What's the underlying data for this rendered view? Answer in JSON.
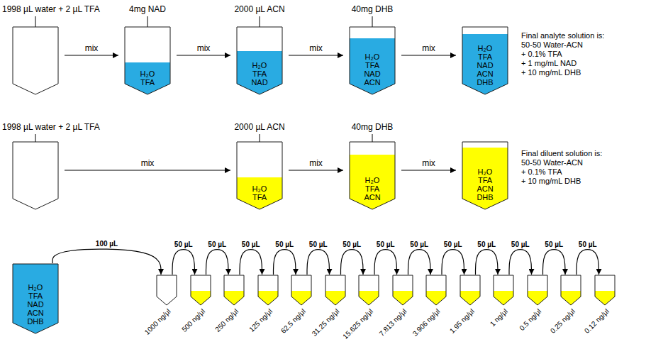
{
  "diagram": {
    "nodes": [
      {
        "text": [
          "1998 µL water + 2 µL TFA"
        ]
      },
      {
        "text": [
          "4mg NAD",
          "H₂O TFA"
        ]
      },
      {
        "text": [
          "2000 µL ACN",
          "H₂O TFA NAD"
        ]
      },
      {
        "text": [
          "40mg DHB",
          "H₂O TFA NAD ACN"
        ]
      },
      {
        "text": [
          "H₂O TFA NAD ACN DHB"
        ]
      },
      {
        "text": [
          "1998 µL water + 2 µL TFA"
        ]
      },
      {
        "text": [
          "2000 µL ACN",
          "H₂O TFA"
        ]
      },
      {
        "text": [
          "40mg DHB",
          "H₂O TFA ACN"
        ]
      },
      {
        "text": [
          "H₂O TFA ACN DHB"
        ]
      },
      {
        "text": [
          "H₂O TFA NAD ACN DHB"
        ]
      },
      {
        "text": [
          "1000 ng/µl"
        ]
      },
      {
        "text": [
          "500 ng/µl"
        ]
      },
      {
        "text": [
          "250 ng/µl"
        ]
      },
      {
        "text": [
          "125 ng/µl"
        ]
      },
      {
        "text": [
          "62.5 ng/µl"
        ]
      },
      {
        "text": [
          "31.25 ng/µl"
        ]
      },
      {
        "text": [
          "15.625 ng/µl"
        ]
      },
      {
        "text": [
          "7.813 ng/µl"
        ]
      },
      {
        "text": [
          "3.906 ng/µl"
        ]
      },
      {
        "text": [
          "1.95 ng/µl"
        ]
      },
      {
        "text": [
          "1 ng/µl"
        ]
      },
      {
        "text": [
          "0.5 ng/µl"
        ]
      },
      {
        "text": [
          "0.25 ng/µl"
        ]
      },
      {
        "text": [
          "0.12 ng/µl"
        ]
      }
    ],
    "edges": [
      {
        "from": 0,
        "to": 1,
        "arrow": "to",
        "label": "mix"
      },
      {
        "from": 1,
        "to": 2,
        "arrow": "to",
        "label": "mix"
      },
      {
        "from": 2,
        "to": 3,
        "arrow": "to",
        "label": "mix"
      },
      {
        "from": 3,
        "to": 4,
        "arrow": "to",
        "label": "mix"
      },
      {
        "from": 5,
        "to": 6,
        "arrow": "to",
        "label": "mix"
      },
      {
        "from": 6,
        "to": 7,
        "arrow": "to",
        "label": "mix"
      },
      {
        "from": 7,
        "to": 8,
        "arrow": "to",
        "label": "mix"
      },
      {
        "from": 9,
        "to": 10,
        "arrow": "to",
        "label": "100 µL"
      },
      {
        "from": 10,
        "to": 11,
        "arrow": "to",
        "label": "50 µL"
      },
      {
        "from": 11,
        "to": 12,
        "arrow": "to",
        "label": "50 µL"
      },
      {
        "from": 12,
        "to": 13,
        "arrow": "to",
        "label": "50 µL"
      },
      {
        "from": 13,
        "to": 14,
        "arrow": "to",
        "label": "50 µL"
      },
      {
        "from": 14,
        "to": 15,
        "arrow": "to",
        "label": "50 µL"
      },
      {
        "from": 15,
        "to": 16,
        "arrow": "to",
        "label": "50 µL"
      },
      {
        "from": 16,
        "to": 17,
        "arrow": "to",
        "label": "50 µL"
      },
      {
        "from": 17,
        "to": 18,
        "arrow": "to",
        "label": "50 µL"
      },
      {
        "from": 18,
        "to": 19,
        "arrow": "to",
        "label": "50 µL"
      },
      {
        "from": 19,
        "to": 20,
        "arrow": "to",
        "label": "50 µL"
      },
      {
        "from": 20,
        "to": 21,
        "arrow": "to",
        "label": "50 µL"
      },
      {
        "from": 21,
        "to": 22,
        "arrow": "to",
        "label": "50 µL"
      },
      {
        "from": 22,
        "to": 23,
        "arrow": "to",
        "label": "50 µL"
      }
    ],
    "labels": [
      "Final analyte solution is:",
      "50-50 Water-ACN",
      "+ 0.1% TFA",
      "+ 1 mg/mL NAD",
      "+ 10 mg/mL DHB",
      "Final diluent solution is:",
      "50-50 Water-ACN",
      "+ 0.1% TFA",
      "+ 10 mg/mL DHB"
    ]
  }
}
